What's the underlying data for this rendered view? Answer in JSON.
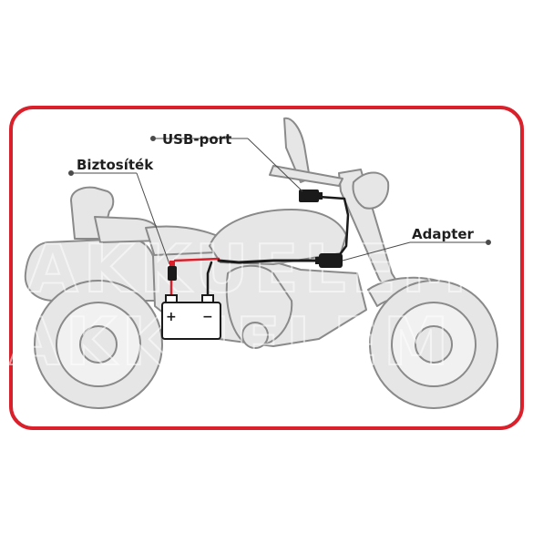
{
  "labels": {
    "usb_port": "USB-port",
    "fuse": "Biztosíték",
    "adapter": "Adapter"
  },
  "battery": {
    "plus": "+",
    "minus": "−"
  },
  "watermark": "AKKUELEM",
  "colors": {
    "frame": "#d9202b",
    "bike_fill": "#e6e6e6",
    "bike_stroke": "#8a8a8a",
    "wire_black": "#1a1a1a",
    "wire_red": "#d9202b",
    "leader": "#4a4a4a"
  },
  "icons": [
    "motorcycle-outline",
    "battery-icon",
    "fuse-icon",
    "usb-port-icon",
    "adapter-icon"
  ]
}
